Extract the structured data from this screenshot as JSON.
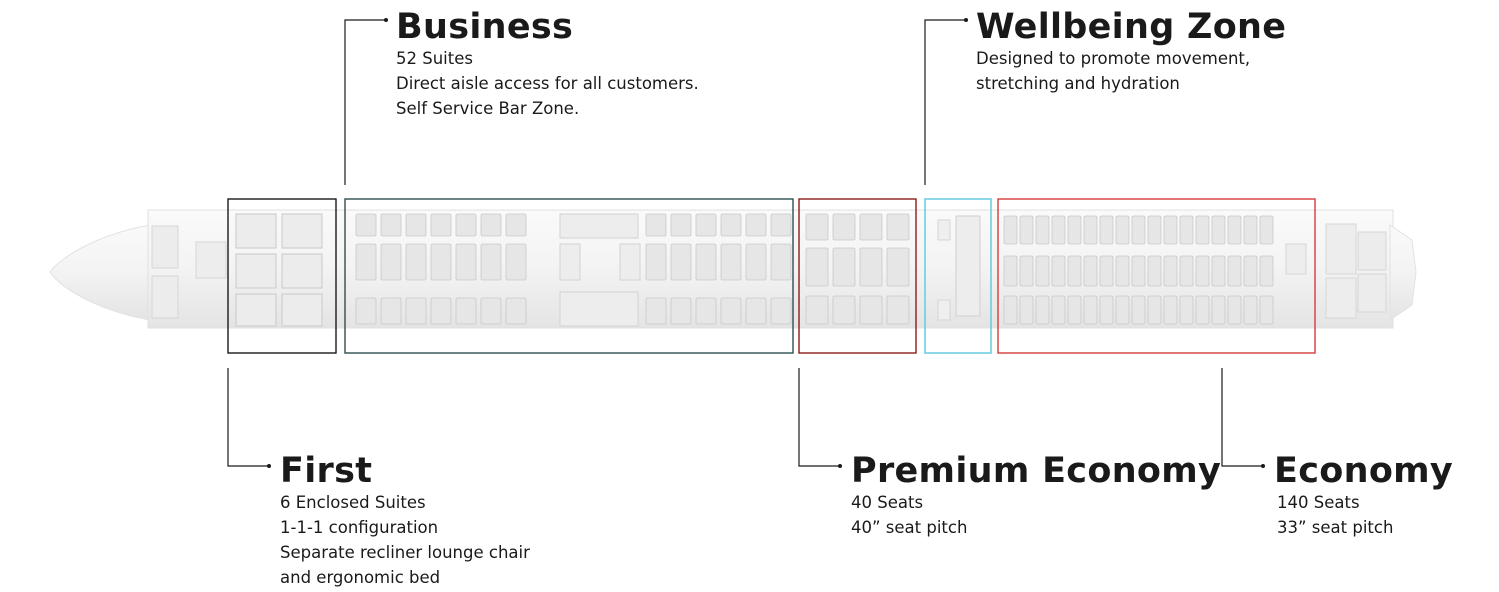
{
  "zones": {
    "business": {
      "title": "Business",
      "lines": [
        "52 Suites",
        "Direct aisle access for all customers.",
        "Self Service Bar Zone."
      ],
      "color": "#2f4f4f"
    },
    "wellbeing": {
      "title": "Wellbeing Zone",
      "lines": [
        "Designed to promote movement,",
        "stretching and hydration"
      ],
      "color": "#5bc8e0"
    },
    "first": {
      "title": "First",
      "lines": [
        "6 Enclosed Suites",
        "1-1-1 configuration",
        "Separate recliner lounge chair",
        "and ergonomic bed"
      ],
      "color": "#1a1a1a"
    },
    "premium_economy": {
      "title": "Premium Economy",
      "lines": [
        "40 Seats",
        "40” seat pitch"
      ],
      "color": "#8b1c1c"
    },
    "economy": {
      "title": "Economy",
      "lines": [
        "140 Seats",
        "33” seat pitch"
      ],
      "color": "#d63a3a"
    }
  },
  "colors": {
    "fuselage": "#f2f2f2",
    "fuselage_edge": "#dcdcdc",
    "seat": "#e6e6e6",
    "seat_edge": "#c9c9c9",
    "callout_line": "#1a1a1a"
  }
}
